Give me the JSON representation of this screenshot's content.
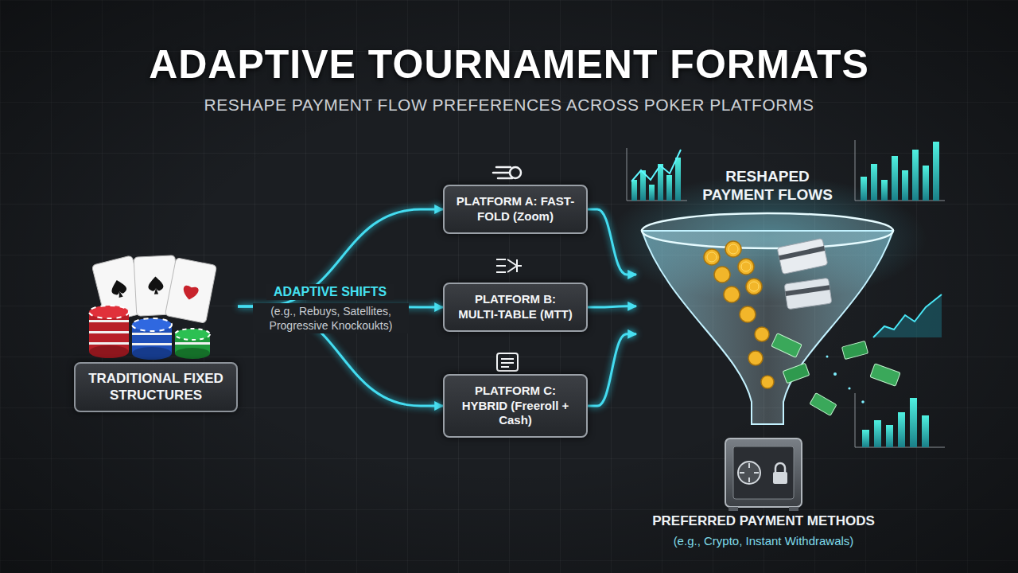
{
  "diagram": {
    "title": "ADAPTIVE TOURNAMENT FORMATS",
    "nodes": [
      {
        "text": [
          "TRADITIONAL FIXED STRUCTURES"
        ]
      },
      {
        "text": [
          "PLATFORM A: FAST-FOLD (Zoom)"
        ]
      },
      {
        "text": [
          "PLATFORM B: MULTI-TABLE (MTT)"
        ]
      },
      {
        "text": [
          "PLATFORM C: HYBRID (Freeroll + Cash)"
        ]
      },
      {
        "text": [
          "RESHAPED PAYMENT FLOWS"
        ]
      },
      {
        "text": [
          "PREFERRED PAYMENT METHODS",
          "(e.g., Crypto, Instant Withdrawals)"
        ]
      }
    ],
    "edges": [
      {
        "from": 0,
        "to": 1,
        "arrow": "to"
      },
      {
        "from": 0,
        "to": 2,
        "arrow": "to"
      },
      {
        "from": 0,
        "to": 3,
        "arrow": "to"
      },
      {
        "from": 1,
        "to": 4,
        "arrow": "to"
      },
      {
        "from": 2,
        "to": 4,
        "arrow": "to"
      },
      {
        "from": 3,
        "to": 4,
        "arrow": "to"
      }
    ],
    "labels": [
      "RESHAPE PAYMENT FLOW PREFERENCES ACROSS POKER PLATFORMS",
      "ADAPTIVE SHIFTS",
      "(e.g., Rebuys, Satellites, Progressive Knockoukts)"
    ]
  }
}
